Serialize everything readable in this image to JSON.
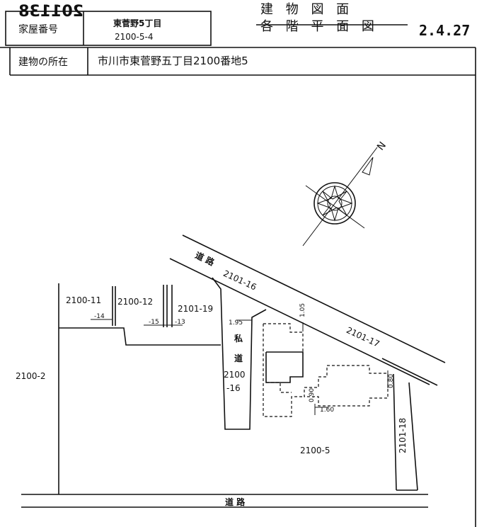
{
  "stamp_number": "201138",
  "header": {
    "house_no_label": "家屋番号",
    "house_no_value1": "東菅野5丁目",
    "house_no_value2": "2100-5-4",
    "location_label": "建物の所在",
    "location_value": "市川市東菅野五丁目2100番地5",
    "title_top": "建 物 図 面",
    "title_bottom_struck": "各 階 平 面 図",
    "date": "2.4.27"
  },
  "map": {
    "north": "N",
    "road_top": "道 路",
    "road_bottom": "道 路",
    "private_road_1": "私",
    "private_road_2": "道",
    "lots": {
      "lot_2100_11": "2100-11",
      "lot_2100_12": "2100-12",
      "lot_2101_19": "2101-19",
      "lot_2101_16": "2101-16",
      "lot_2101_17": "2101-17",
      "lot_2100_2": "2100-2",
      "lot_2100_16a": "2100",
      "lot_2100_16b": "-16",
      "lot_2100_5": "2100-5",
      "lot_2101_18": "2101-18",
      "sub_14": "-14",
      "sub_15": "-15",
      "sub_13": "-13"
    },
    "dimensions": {
      "d195": "1.95",
      "d105": "1.05",
      "d080": "0.80",
      "d090": "0.90",
      "d160": "1.60"
    }
  }
}
